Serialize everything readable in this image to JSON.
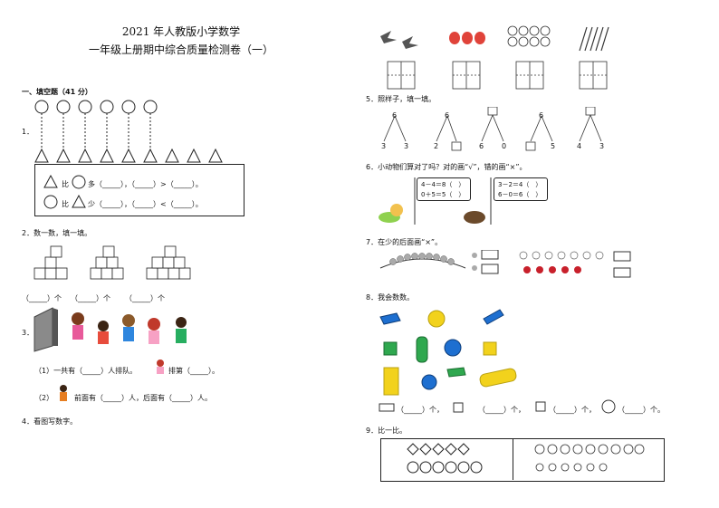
{
  "header": {
    "title": "2021 年人教版小学数学",
    "subtitle": "一年级上册期中综合质量检测卷（一）"
  },
  "section1": {
    "heading": "一、填空题（41 分）",
    "q1": {
      "num": "1．",
      "line1_a": "比",
      "line1_b": "多（_____），（_____）>（_____）。",
      "line2_a": "比",
      "line2_b": "少（_____），（_____）<（_____）。"
    },
    "q2": {
      "text": "2．数一数，填一填。",
      "answers": [
        "（_____）个",
        "（_____）个",
        "（_____）个"
      ]
    },
    "q3": {
      "num": "3．",
      "p1": "（1）一共有（_____）人排队。",
      "p1b": "排第（_____）。",
      "p2a": "（2）",
      "p2b": "前面有（_____）人，后面有（_____）人。"
    },
    "q4": {
      "text": "4．看图写数字。"
    },
    "q5": {
      "text": "5．照样子，填一填。",
      "trees": [
        {
          "top": "6",
          "left": "3",
          "right": "3"
        },
        {
          "top": "6",
          "left": "2",
          "right": ""
        },
        {
          "top": "",
          "left": "6",
          "right": "0"
        },
        {
          "top": "6",
          "left": "",
          "right": "5"
        },
        {
          "top": "",
          "left": "4",
          "right": "3"
        }
      ]
    },
    "q6": {
      "text": "6．小动物们算对了吗？对的画“√”，错的画“×”。",
      "card1": [
        "4－4＝8（　）",
        "0＋5＝5（　）"
      ],
      "card2": [
        "3－2＝4（　）",
        "6－0＝6（　）"
      ]
    },
    "q7": {
      "text": "7．在少的后面画“×”。"
    },
    "q8": {
      "text": "8．我会数数。",
      "answers": [
        "（_____）个，",
        "（_____）个，",
        "（_____）个，",
        "（_____）个。"
      ]
    },
    "q9": {
      "text": "9．比一比。"
    }
  },
  "colors": {
    "strawberry": "#e0433a",
    "blue_block": "#1e6fd0",
    "green_block": "#2fa84f",
    "yellow_block": "#f2d21c",
    "flower_red": "#c8202b"
  }
}
